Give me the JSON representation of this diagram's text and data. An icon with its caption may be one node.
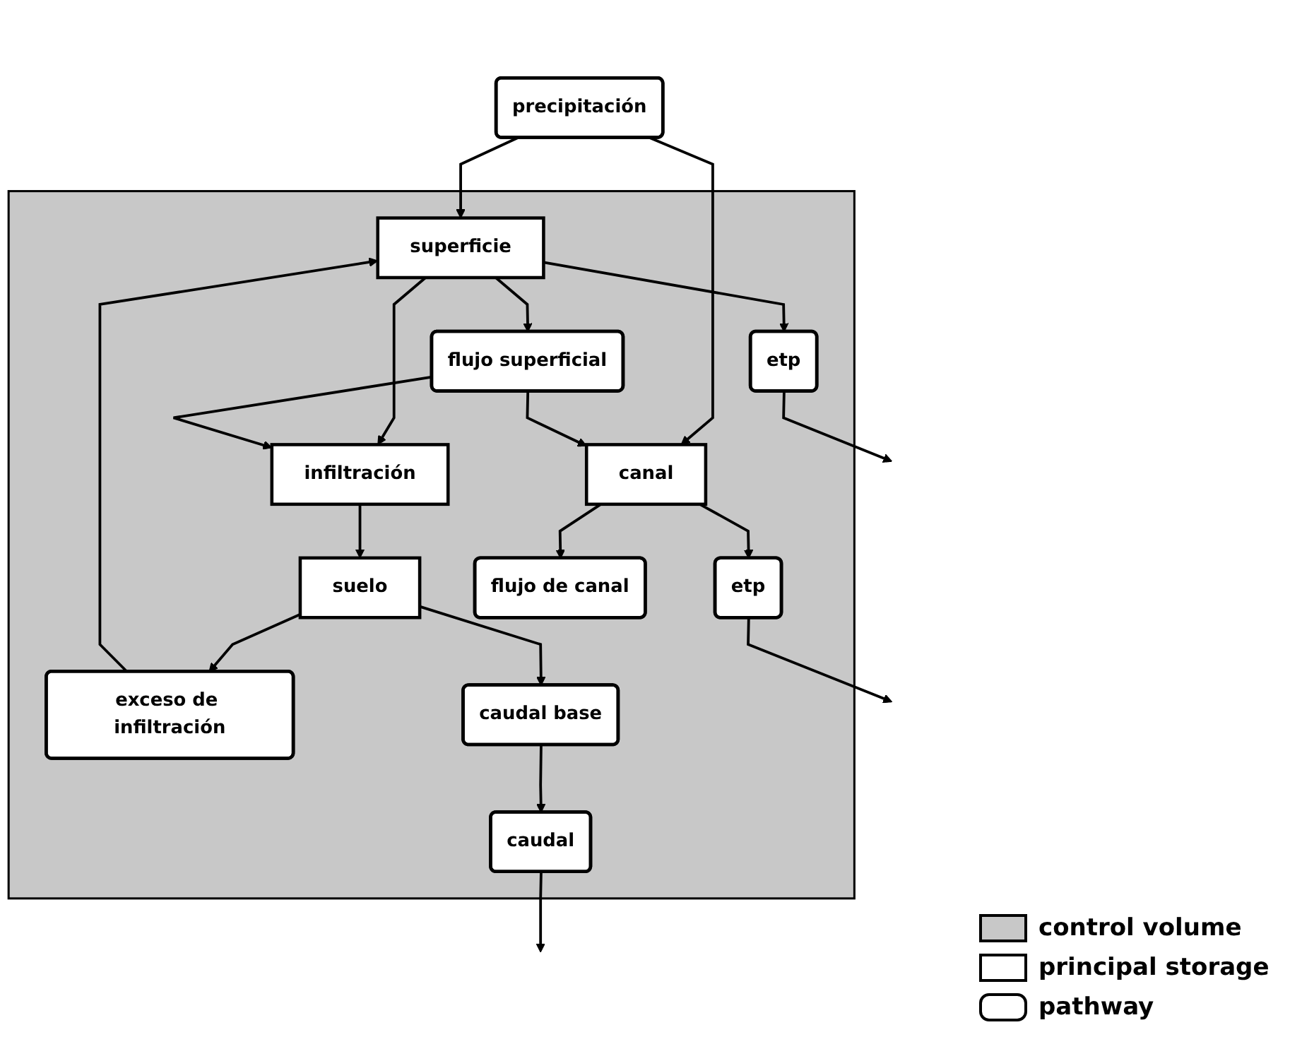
{
  "diagram": {
    "nodes": [
      {
        "text": [],
        "shape": "box"
      },
      {
        "text": [
          "precipitación"
        ]
      },
      {
        "text": [
          "etp"
        ],
        "in": 0
      },
      {
        "text": [
          "etp"
        ],
        "in": 0
      },
      {
        "text": [
          "superficie"
        ],
        "in": 0
      },
      {
        "text": [
          "canal"
        ],
        "in": 0
      },
      {
        "text": [
          "flujo superficial"
        ],
        "in": 0
      },
      {
        "text": [
          "infiltración"
        ],
        "in": 0
      },
      {
        "text": [
          "suelo"
        ],
        "in": 0
      },
      {
        "text": [
          "exceso de infiltración"
        ],
        "in": 0
      },
      {
        "text": [
          "flujo de canal"
        ],
        "in": 0
      },
      {
        "text": [
          "caudal base"
        ],
        "in": 0
      },
      {
        "text": [
          "caudal"
        ],
        "in": 0
      }
    ],
    "edges": [
      {
        "from": 2,
        "to": null,
        "arrow": "to"
      },
      {
        "from": 3,
        "to": null,
        "arrow": "to"
      },
      {
        "from": 1,
        "to": 4,
        "arrow": "to"
      },
      {
        "from": 1,
        "to": 5,
        "arrow": "to"
      },
      {
        "from": 4,
        "to": 2,
        "arrow": "to"
      },
      {
        "from": 5,
        "to": 3,
        "arrow": "to"
      },
      {
        "from": 4,
        "to": 6,
        "arrow": "to"
      },
      {
        "from": 9,
        "to": 4,
        "arrow": "to"
      },
      {
        "from": 6,
        "to": 5,
        "arrow": "to"
      },
      {
        "from": 5,
        "to": 10,
        "arrow": "to"
      },
      {
        "from": 4,
        "to": 7,
        "arrow": "to"
      },
      {
        "from": 6,
        "to": 7,
        "arrow": "to"
      },
      {
        "from": 7,
        "to": 8,
        "arrow": "to"
      },
      {
        "from": 8,
        "to": 9,
        "arrow": "to"
      },
      {
        "from": 8,
        "to": 11,
        "arrow": "to"
      },
      {
        "from": 11,
        "to": 12,
        "arrow": "to"
      },
      {
        "from": 12,
        "to": null,
        "arrow": "to"
      }
    ],
    "legend": [
      {
        "text": "control volume",
        "color": "#c8c8c8"
      },
      {
        "text": "principal storage"
      },
      {
        "text": "pathway"
      }
    ]
  }
}
